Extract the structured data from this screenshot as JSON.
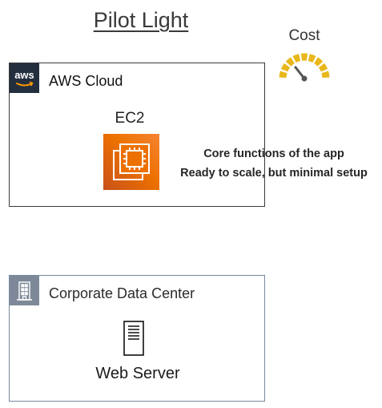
{
  "title": "Pilot Light",
  "cost": {
    "label": "Cost"
  },
  "aws_cloud": {
    "logo_text": "aws",
    "title": "AWS Cloud",
    "ec2_label": "EC2",
    "ec2_icon": "ec2-chip-icon"
  },
  "notes": {
    "line1": "Core functions of the app",
    "line2": "Ready to scale, but minimal setup"
  },
  "data_center": {
    "title": "Corporate Data Center",
    "building_icon": "building-icon",
    "server_icon": "server-icon",
    "server_label": "Web Server"
  },
  "colors": {
    "gauge": "#e8b71b",
    "needle": "#555555",
    "aws_dark": "#232f3e",
    "ec2_orange": "#ed7100",
    "dc_gray": "#7d8998"
  }
}
